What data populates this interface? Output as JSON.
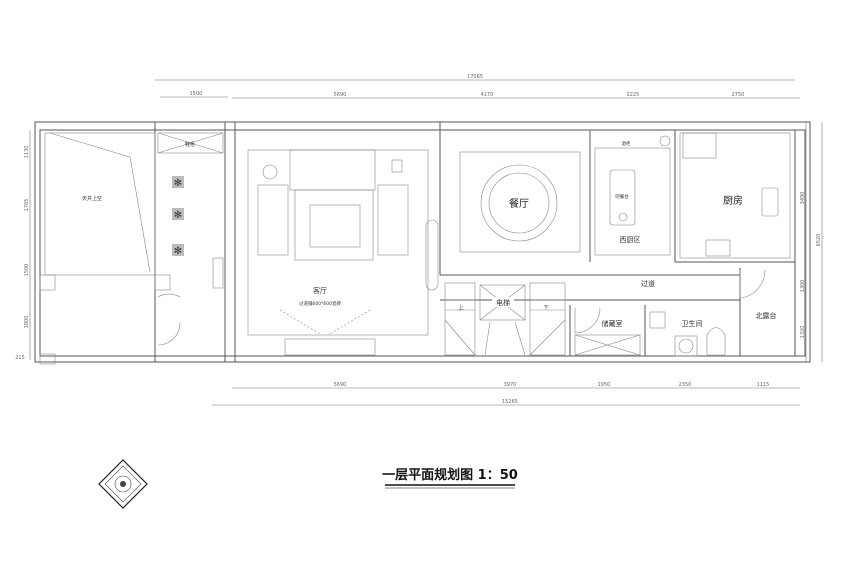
{
  "title": "一层平面规划图 1：50",
  "rooms": {
    "void": "天井上空",
    "shoe_cabinet": "鞋柜",
    "living": "客厅",
    "living_note": "过道铺600*600瓷砖",
    "dining": "餐厅",
    "wine_cabinet": "酒柜",
    "bar_table": "吧餐台",
    "western_kitchen": "西厨区",
    "kitchen": "厨房",
    "corridor": "过道",
    "elevator": "电梯",
    "stair_up": "上",
    "stair_down": "下",
    "storage": "储藏室",
    "bathroom": "卫生间",
    "north_terrace": "北露台"
  },
  "dimensions": {
    "top_total": "17065",
    "top": [
      "1500",
      "5690",
      "4170",
      "2225",
      "2750"
    ],
    "bottom": [
      "5690",
      "3970",
      "1950",
      "2350",
      "1115"
    ],
    "bottom_total": "15265",
    "left": [
      "1130",
      "1765",
      "1500",
      "1800",
      "215"
    ],
    "right": [
      "3490",
      "1300",
      "1320"
    ],
    "right_total": "6520"
  }
}
